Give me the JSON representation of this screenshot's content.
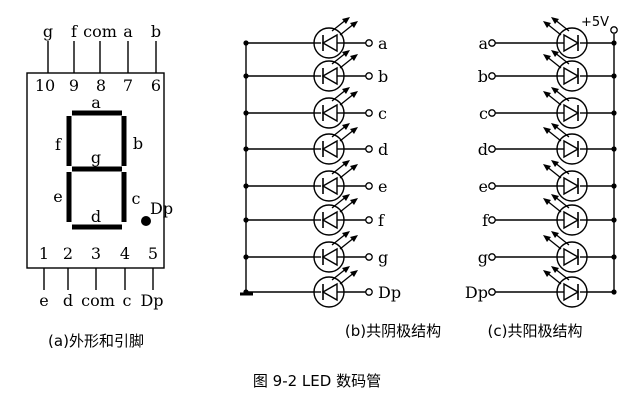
{
  "pinout": {
    "top_pins": [
      {
        "label": "g",
        "num": "10"
      },
      {
        "label": "f",
        "num": "9"
      },
      {
        "label": "com",
        "num": "8"
      },
      {
        "label": "a",
        "num": "7"
      },
      {
        "label": "b",
        "num": "6"
      }
    ],
    "bottom_pins": [
      {
        "label": "e",
        "num": "1"
      },
      {
        "label": "d",
        "num": "2"
      },
      {
        "label": "com",
        "num": "3"
      },
      {
        "label": "c",
        "num": "4"
      },
      {
        "label": "Dp",
        "num": "5"
      }
    ],
    "segments": {
      "a": "a",
      "b": "b",
      "c": "c",
      "d": "d",
      "e": "e",
      "f": "f",
      "g": "g",
      "dp": "Dp"
    },
    "caption": "(a)外形和引脚"
  },
  "common_cathode": {
    "labels": [
      "a",
      "b",
      "c",
      "d",
      "e",
      "f",
      "g",
      "Dp"
    ],
    "caption": "(b)共阴极结构"
  },
  "common_anode": {
    "labels": [
      "a",
      "b",
      "c",
      "d",
      "e",
      "f",
      "g",
      "Dp"
    ],
    "supply": "+5V",
    "caption": "(c)共阳极结构"
  },
  "figure_title": "图 9-2  LED 数码管"
}
